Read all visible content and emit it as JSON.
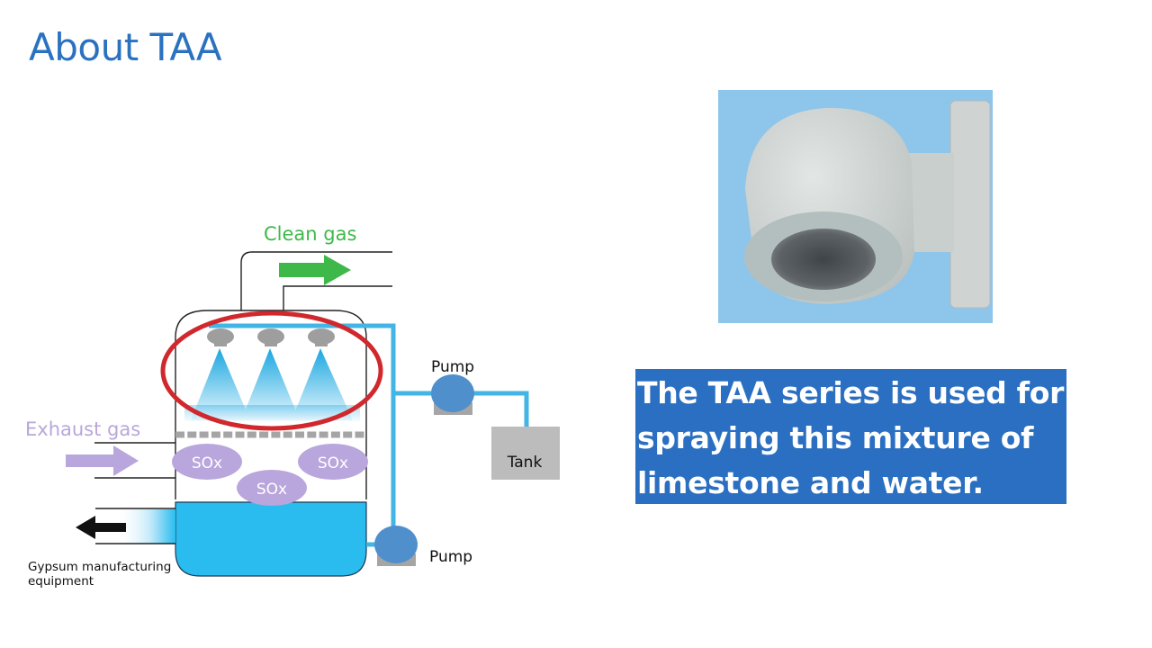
{
  "slide": {
    "title": "About TAA",
    "caption": "The TAA series is used for spraying this mixture of limestone and water."
  },
  "diagram": {
    "labels": {
      "clean_gas": "Clean gas",
      "exhaust_gas": "Exhaust gas",
      "sox": "SOx",
      "pump_upper": "Pump",
      "pump_lower": "Pump",
      "tank": "Tank",
      "gypsum_line1": "Gypsum manufacturing",
      "gypsum_line2": "equipment"
    },
    "colors": {
      "title": "#2a72c0",
      "clean_gas": "#3fb84a",
      "exhaust_gas": "#b9a6dc",
      "sox_fill": "#b9a6dc",
      "water": "#2bbcef",
      "pipe": "#42b5e4",
      "pump": "#4f8fcc",
      "highlight_ring": "#d0282c",
      "caption_bg": "#2a6fc1",
      "photo_bg": "#8ec5ea"
    }
  },
  "photo": {
    "subject": "TAA series spray nozzle (ceramic elbow nozzle)"
  }
}
